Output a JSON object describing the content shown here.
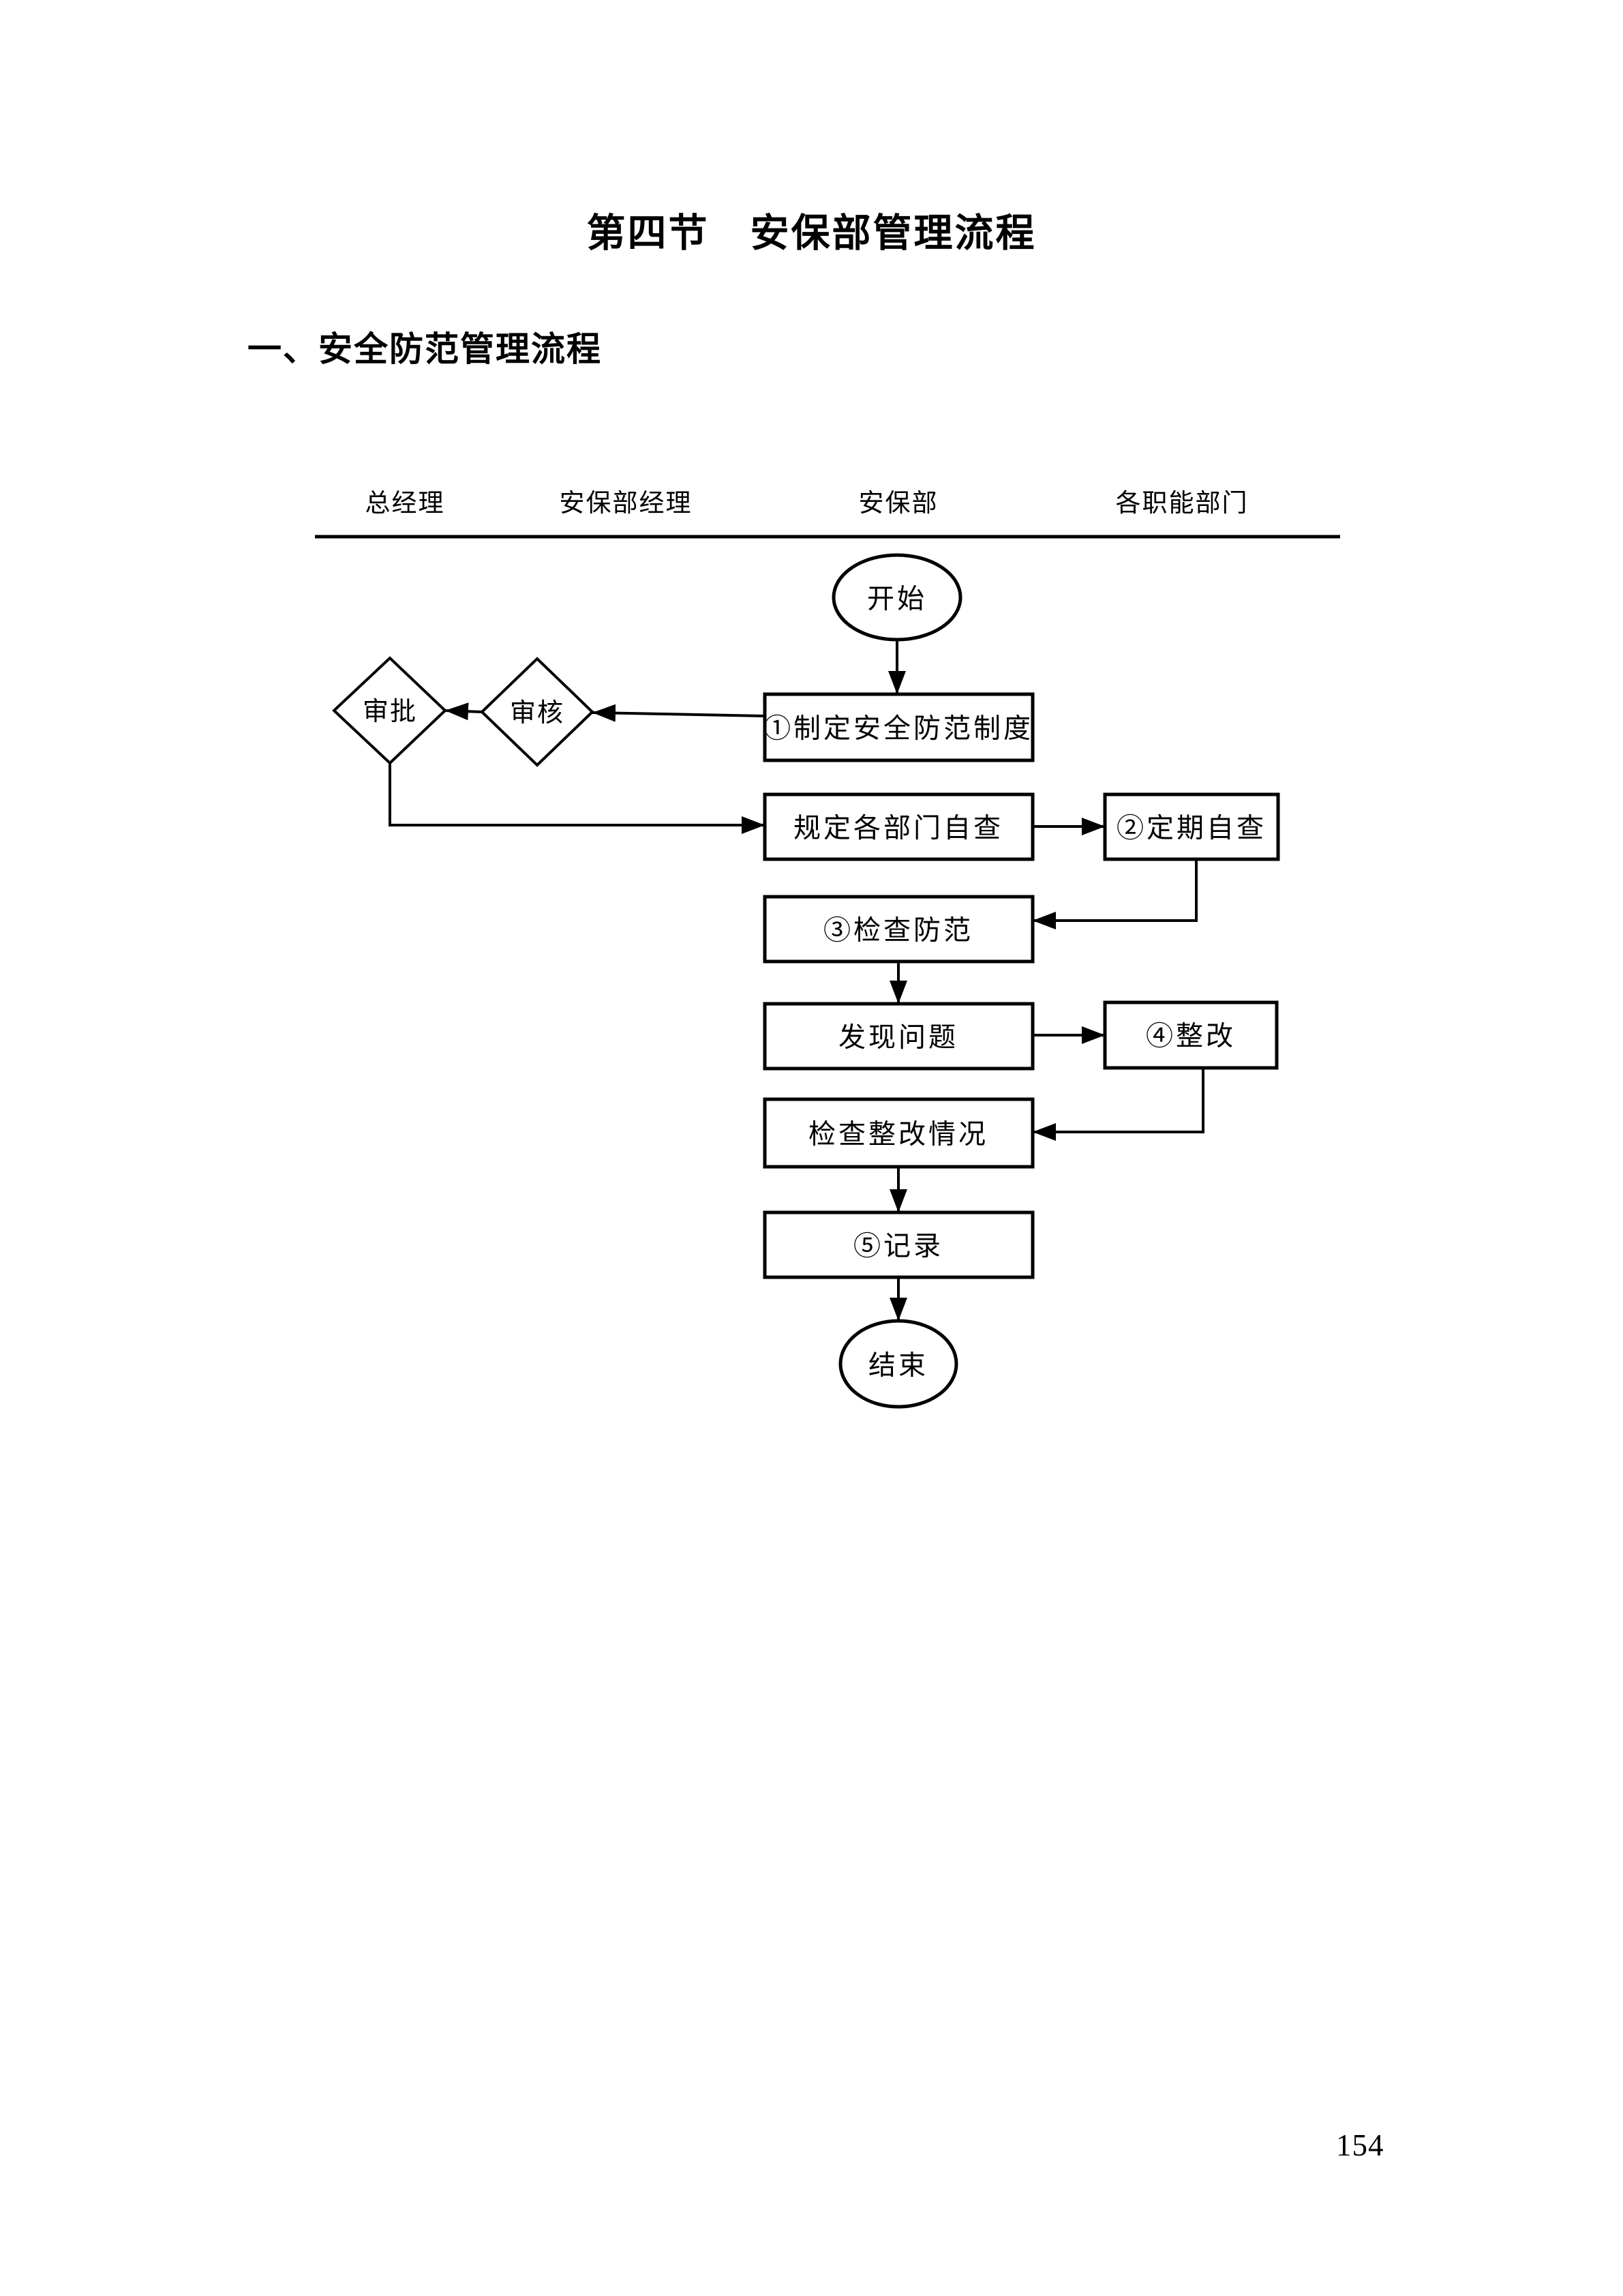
{
  "page": {
    "title": "第四节　安保部管理流程",
    "section_heading": "一、安全防范管理流程",
    "page_number": "154"
  },
  "colors": {
    "ink": "#000000",
    "paper": "#ffffff"
  },
  "flowchart": {
    "lanes": [
      {
        "label": "总经理"
      },
      {
        "label": "安保部经理"
      },
      {
        "label": "安保部"
      },
      {
        "label": "各职能部门"
      }
    ],
    "nodes": {
      "start": "开始",
      "draft_system": "①制定安全防范制度",
      "review": "审核",
      "approve": "审批",
      "require_self_check": "规定各部门自查",
      "periodic_self_check": "②定期自查",
      "inspect_prevention": "③检查防范",
      "find_problems": "发现问题",
      "rectify": "④整改",
      "check_rectification": "检查整改情况",
      "record": "⑤记录",
      "end": "结束"
    }
  }
}
